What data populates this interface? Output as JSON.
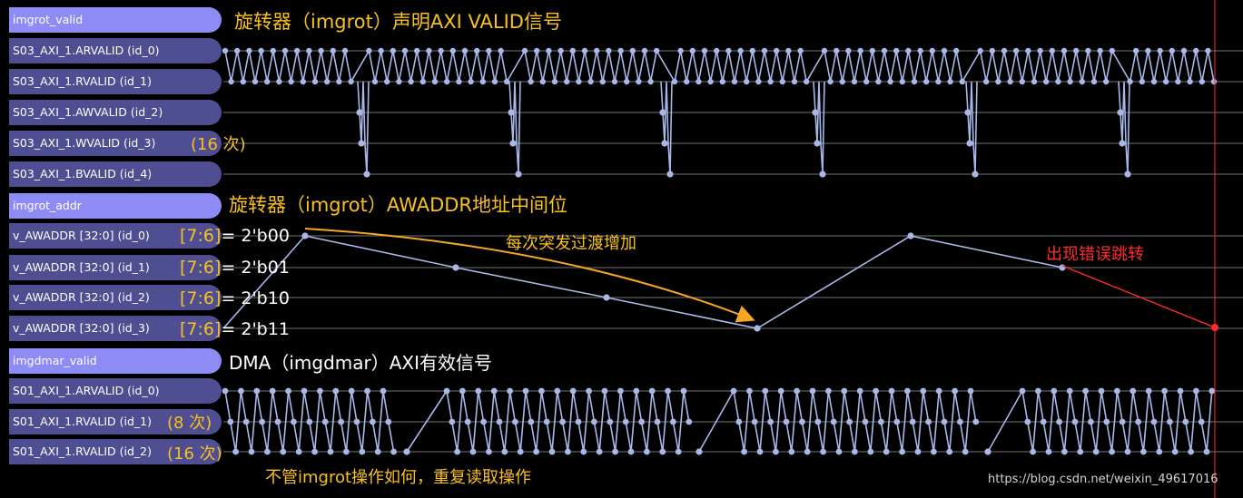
{
  "signals": [
    {
      "id": "grp-imgrot-valid",
      "label": "imgrot_valid",
      "group": true
    },
    {
      "id": "s03-arvalid",
      "label": "S03_AXI_1.ARVALID (id_0)",
      "group": false
    },
    {
      "id": "s03-rvalid",
      "label": "S03_AXI_1.RVALID (id_1)",
      "group": false
    },
    {
      "id": "s03-awvalid",
      "label": "S03_AXI_1.AWVALID (id_2)",
      "group": false
    },
    {
      "id": "s03-wvalid",
      "label": "S03_AXI_1.WVALID (id_3)",
      "group": false
    },
    {
      "id": "s03-bvalid",
      "label": "S03_AXI_1.BVALID (id_4)",
      "group": false
    },
    {
      "id": "grp-imgrot-addr",
      "label": "imgrot_addr",
      "group": true
    },
    {
      "id": "awaddr-0",
      "label": "v_AWADDR [32:0] (id_0)",
      "group": false
    },
    {
      "id": "awaddr-1",
      "label": "v_AWADDR [32:0] (id_1)",
      "group": false
    },
    {
      "id": "awaddr-2",
      "label": "v_AWADDR [32:0] (id_2)",
      "group": false
    },
    {
      "id": "awaddr-3",
      "label": "v_AWADDR [32:0] (id_3)",
      "group": false
    },
    {
      "id": "grp-imgdmar-valid",
      "label": "imgdmar_valid",
      "group": true
    },
    {
      "id": "s01-arvalid",
      "label": "S01_AXI_1.ARVALID (id_0)",
      "group": false
    },
    {
      "id": "s01-rvalid-1",
      "label": "S01_AXI_1.RVALID (id_1)",
      "group": false
    },
    {
      "id": "s01-rvalid-2",
      "label": "S01_AXI_1.RVALID (id_2)",
      "group": false
    }
  ],
  "annotations": {
    "title_rot_valid": "旋转器（imgrot）声明AXI VALID信号",
    "title_rot_addr": "旋转器（imgrot）AWADDR地址中间位",
    "title_dma": "DMA（imgdmar）AXI有效信号",
    "count_16_w": "(16 次)",
    "count_8": "(8 次)",
    "count_16_r": "(16 次)",
    "burst_incr": "每次突发过渡增加",
    "error_jump": "出现错误跳转",
    "repeat_read": "不管imgrot操作如何，重复读取操作",
    "bits": [
      {
        "field": "[7:6]",
        "value": "= 2'b00"
      },
      {
        "field": "[7:6]",
        "value": "= 2'b01"
      },
      {
        "field": "[7:6]",
        "value": "= 2'b10"
      },
      {
        "field": "[7:6]",
        "value": "= 2'b11"
      }
    ],
    "watermark": "https://blog.csdn.net/weixin_49617016"
  },
  "colors": {
    "background": "#000000",
    "group_label": "#8f8bf5",
    "row_label": "#4f4e93",
    "trace": "#a8b8e8",
    "gridline": "#5e5e5e",
    "annotation_yellow": "#f8c11e",
    "annotation_arrow": "#f5a623",
    "error_red": "#ff2b2b"
  },
  "address_sequence": [
    0,
    1,
    2,
    3,
    0,
    1,
    3
  ]
}
